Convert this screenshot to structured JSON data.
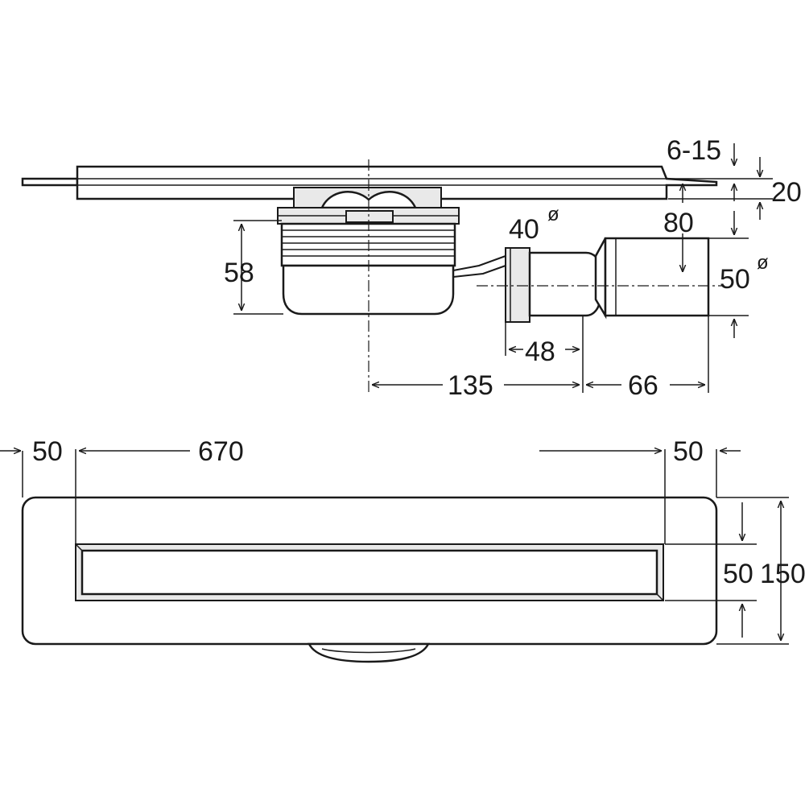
{
  "side_view": {
    "dimensions": {
      "height_6_15": "6-15",
      "height_20": "20",
      "height_80": "80",
      "height_58": "58",
      "diameter_40": "40",
      "diameter_50": "50",
      "length_48": "48",
      "length_135": "135",
      "length_66": "66"
    },
    "diameter_symbol": "ø"
  },
  "top_view": {
    "dimensions": {
      "margin_left_50": "50",
      "length_670": "670",
      "margin_right_50": "50",
      "slot_width_50": "50",
      "total_width_150": "150"
    }
  }
}
